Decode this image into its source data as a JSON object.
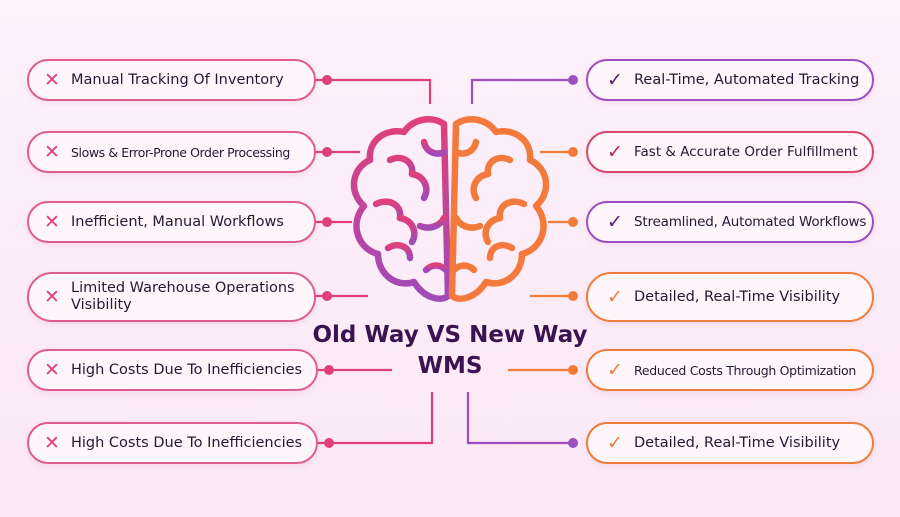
{
  "title": {
    "line1": "Old Way VS New Way",
    "line2": "WMS"
  },
  "left_items": [
    {
      "label": "Manual Tracking Of Inventory",
      "icon": "x-icon",
      "color": "#e0407a"
    },
    {
      "label": "Slows & Error-Prone Order Processing",
      "icon": "x-icon",
      "color": "#e0407a"
    },
    {
      "label": "Inefficient, Manual Workflows",
      "icon": "x-icon",
      "color": "#e0407a"
    },
    {
      "label": "Limited Warehouse Operations Visibility",
      "icon": "x-icon",
      "color": "#e0407a"
    },
    {
      "label": "High Costs Due To Inefficiencies",
      "icon": "x-icon",
      "color": "#e0407a"
    },
    {
      "label": "High Costs Due To Inefficiencies",
      "icon": "x-icon",
      "color": "#e0407a"
    }
  ],
  "right_items": [
    {
      "label": "Real-Time, Automated Tracking",
      "icon": "check-icon",
      "color": "#9b4fc0"
    },
    {
      "label": "Fast & Accurate Order Fulfillment",
      "icon": "check-icon",
      "color": "#d8456e"
    },
    {
      "label": "Streamlined, Automated Workflows",
      "icon": "check-icon",
      "color": "#9b4fc0"
    },
    {
      "label": "Detailed, Real-Time Visibility",
      "icon": "check-icon",
      "color": "#f07c3a"
    },
    {
      "label": "Reduced Costs Through Optimization",
      "icon": "check-icon",
      "color": "#f07c3a"
    },
    {
      "label": "Detailed, Real-Time Visibility",
      "icon": "check-icon",
      "color": "#f07c3a"
    }
  ],
  "colors": {
    "left_accent": "#e0407a",
    "left_brain": "#d84a9a",
    "left_brain_bottom": "#a04ab8",
    "right_brain": "#f37a3c",
    "right_accent": "#9b4fc0",
    "title": "#3a1450"
  },
  "center_icon": "brain-icon"
}
